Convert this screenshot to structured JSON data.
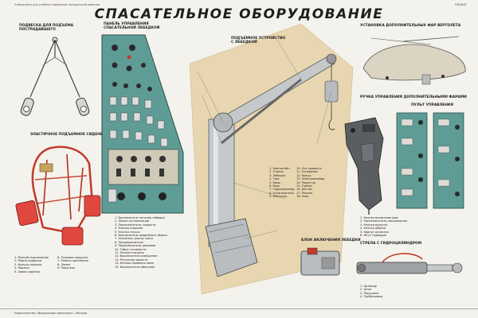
{
  "poster": {
    "title": "СПАСАТЕЛЬНОЕ ОБОРУДОВАНИЕ",
    "top_right": "ПЛАКАТ",
    "top_note": "Утверждено для учебных заведений гражданской авиации",
    "panels": {
      "sling": "ПОДВЕСКА ДЛЯ ПОДЪЕМА\nПОСТРАДАВШЕГО",
      "seat": "ЭЛАСТИЧНОЕ ПОДЪЕМНОЕ СИДЕНЬЕ",
      "control_panel": "ПАНЕЛЬ УПРАВЛЕНИЯ\nСПАСАТЕЛЬНОЙ ЛЕБЕДКОЙ",
      "winch": "ПОДЪЕМНОЕ УСТРОЙСТВО\nС ЛЕБЕДКОЙ",
      "helicopter": "УСТАНОВКА ДОПОЛНИТЕЛЬНЫХ ФАР ВЕРТОЛЕТА",
      "handle": "РУЧКА УПРАВЛЕНИЯ ДОПОЛНИТЕЛЬНЫМИ ФАРАМИ",
      "small_panel": "ПУЛЬТ УПРАВЛЕНИЯ",
      "bottom_unit": "БЛОК ВКЛЮЧЕНИЯ ЛЕБЕДКИ",
      "bottom_boom": "СТРЕЛА С ГИДРОЦИЛИНДРОМ"
    },
    "seat_legend": [
      "1. Мягкий подголовник",
      "2. Ремни подвески",
      "3. Кольцо сиденья",
      "4. Пряжка",
      "5. Замок сиденья",
      "6. Опорная подушка",
      "7. Ремень крепления",
      "8. Лямка",
      "9. Поручень"
    ],
    "panel_legend": [
      "1. Выключатель питания лебедки",
      "2. Лампа сигнализации",
      "3. Переключатель скорости",
      "4. Кнопка подъема",
      "5. Кнопка спуска",
      "6. Выключатель аварийного сброса",
      "7. Указатель длины троса",
      "8. Предохранители",
      "9. Переключатель режимов",
      "10. Табло готовности",
      "11. Разъем питания",
      "12. Выключатель освещения",
      "13. Регулятор яркости",
      "14. Кнопка проверки ламп",
      "15. Выключатель обогрева"
    ],
    "winch_legend": [
      "1. Кронштейн",
      "2. Стрела",
      "3. Лебедка",
      "4. Трос",
      "5. Крюк",
      "6. Блок",
      "7. Гидроцилиндр",
      "8. Ограничитель",
      "9. Фиксатор",
      "10. Ось поворота",
      "11. Основание",
      "12. Кожух",
      "13. Электропривод",
      "14. Редуктор",
      "15. Тормоз",
      "16. Датчик",
      "17. Разъем",
      "18. Упор"
    ],
    "handle_legend": [
      "1. Кнопка включения фар",
      "2. Переключатель направления",
      "3. Кнопка выпуска",
      "4. Кнопка уборки",
      "5. Корпус рукоятки",
      "6. Жгут проводов"
    ],
    "boom_legend": [
      "1. Цилиндр",
      "2. Шток",
      "3. Проушина",
      "4. Трубопровод"
    ],
    "footer": "Издательство «Воздушный транспорт». Москва"
  }
}
